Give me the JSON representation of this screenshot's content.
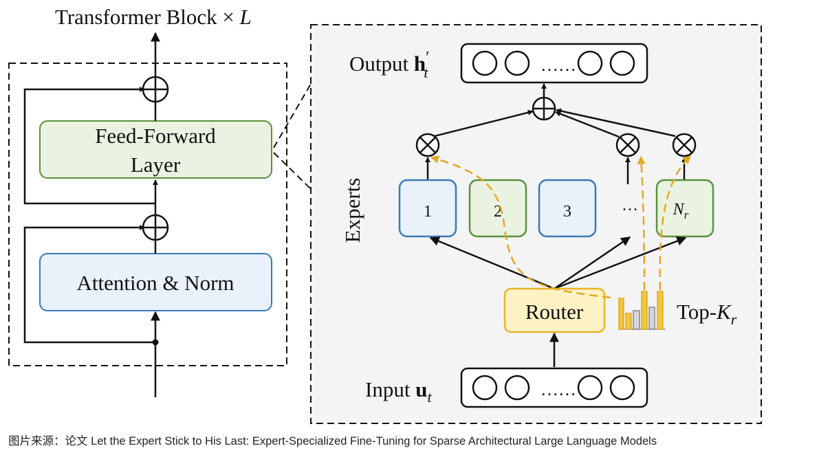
{
  "title": {
    "main": "Transformer Block ×",
    "var": "L"
  },
  "blocks": {
    "ffn_line1": "Feed-Forward",
    "ffn_line2": "Layer",
    "attention": "Attention & Norm"
  },
  "moe": {
    "output_label": "Output",
    "output_var": "h",
    "output_sub": "t",
    "output_prime": "′",
    "input_label": "Input",
    "input_var": "u",
    "input_sub": "t",
    "sequence_dots": "……",
    "experts_label": "Experts",
    "experts": [
      "1",
      "2",
      "3",
      "…"
    ],
    "last_expert": {
      "base": "N",
      "sub": "r"
    },
    "router": "Router",
    "topk": {
      "base": "Top-",
      "var": "K",
      "sub": "r"
    }
  },
  "caption": "图片来源：论文 Let the Expert Stick to His Last: Expert-Specialized Fine-Tuning for Sparse Architectural Large Language Models",
  "colors": {
    "blue_fill": "#e9f1fa",
    "blue_stroke": "#3c78b4",
    "green_fill": "#eaf3e2",
    "green_stroke": "#5d8f3c",
    "yellow_fill": "#fdf2c4",
    "yellow_stroke": "#e9b52a",
    "panel_fill": "#f4f4f5",
    "dashed_orange": "#e2a824"
  }
}
